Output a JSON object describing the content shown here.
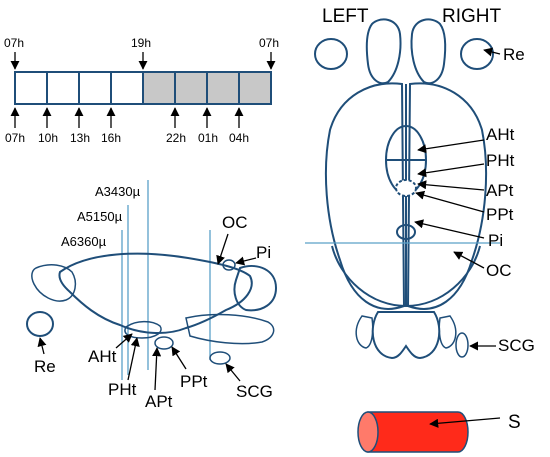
{
  "timeline": {
    "top_marks": [
      "07h",
      "19h",
      "07h"
    ],
    "bottom_marks": [
      "07h",
      "10h",
      "13h",
      "16h",
      "22h",
      "01h",
      "04h"
    ],
    "light_cells": 4,
    "dark_cells": 4,
    "light_color": "#ffffff",
    "dark_color": "#c8c8c8"
  },
  "sagittal": {
    "section_labels": [
      "A3430µ",
      "A5150µ",
      "A6360µ"
    ],
    "labels": {
      "oc": "OC",
      "pi": "Pi",
      "re": "Re",
      "aht": "AHt",
      "pht": "PHt",
      "apt": "APt",
      "ppt": "PPt",
      "scg": "SCG"
    }
  },
  "dorsal": {
    "left": "LEFT",
    "right": "RIGHT",
    "labels": {
      "re": "Re",
      "aht": "AHt",
      "pht": "PHt",
      "apt": "APt",
      "ppt": "PPt",
      "pi": "Pi",
      "oc": "OC",
      "scg": "SCG"
    }
  },
  "stimulus": {
    "label": "S",
    "color": "#ff2a1a"
  },
  "colors": {
    "organ_stroke": "#1f4e79",
    "section_line": "#5aa0c8"
  }
}
